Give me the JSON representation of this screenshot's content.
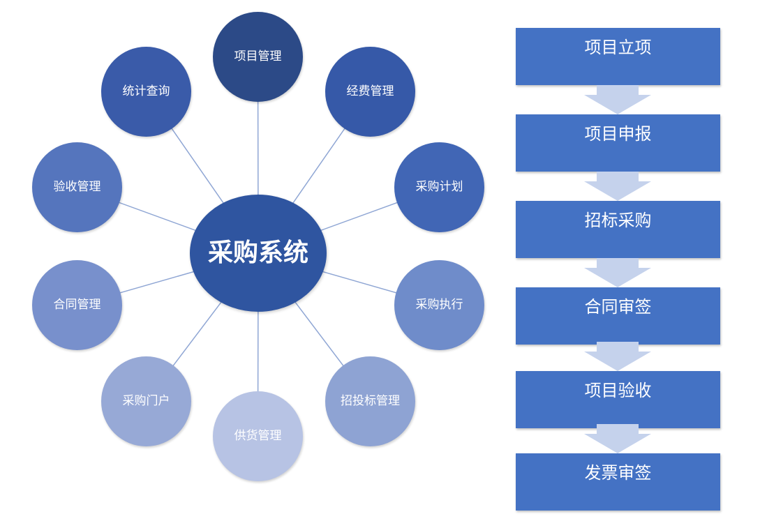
{
  "center": {
    "label": "采购系统",
    "color": "#2f55a0"
  },
  "satellites": [
    {
      "id": "project-management",
      "label": "项目管理",
      "color": "#2c4a87"
    },
    {
      "id": "funding-management",
      "label": "经费管理",
      "color": "#3659a8"
    },
    {
      "id": "procurement-plan",
      "label": "采购计划",
      "color": "#4166b5"
    },
    {
      "id": "procurement-execution",
      "label": "采购执行",
      "color": "#6f8cca"
    },
    {
      "id": "bidding-management",
      "label": "招投标管理",
      "color": "#8ea3d3"
    },
    {
      "id": "supply-management",
      "label": "供货管理",
      "color": "#b7c3e4"
    },
    {
      "id": "procurement-portal",
      "label": "采购门户",
      "color": "#97a9d6"
    },
    {
      "id": "contract-management",
      "label": "合同管理",
      "color": "#7890cc"
    },
    {
      "id": "acceptance-management",
      "label": "验收管理",
      "color": "#5575bd"
    },
    {
      "id": "statistics-query",
      "label": "统计查询",
      "color": "#3a5ba9"
    }
  ],
  "flow": {
    "steps": [
      "项目立项",
      "项目申报",
      "招标采购",
      "合同审签",
      "项目验收",
      "发票审签"
    ],
    "step_color": "#4472c4",
    "arrow_color": "#c5d2ec"
  }
}
